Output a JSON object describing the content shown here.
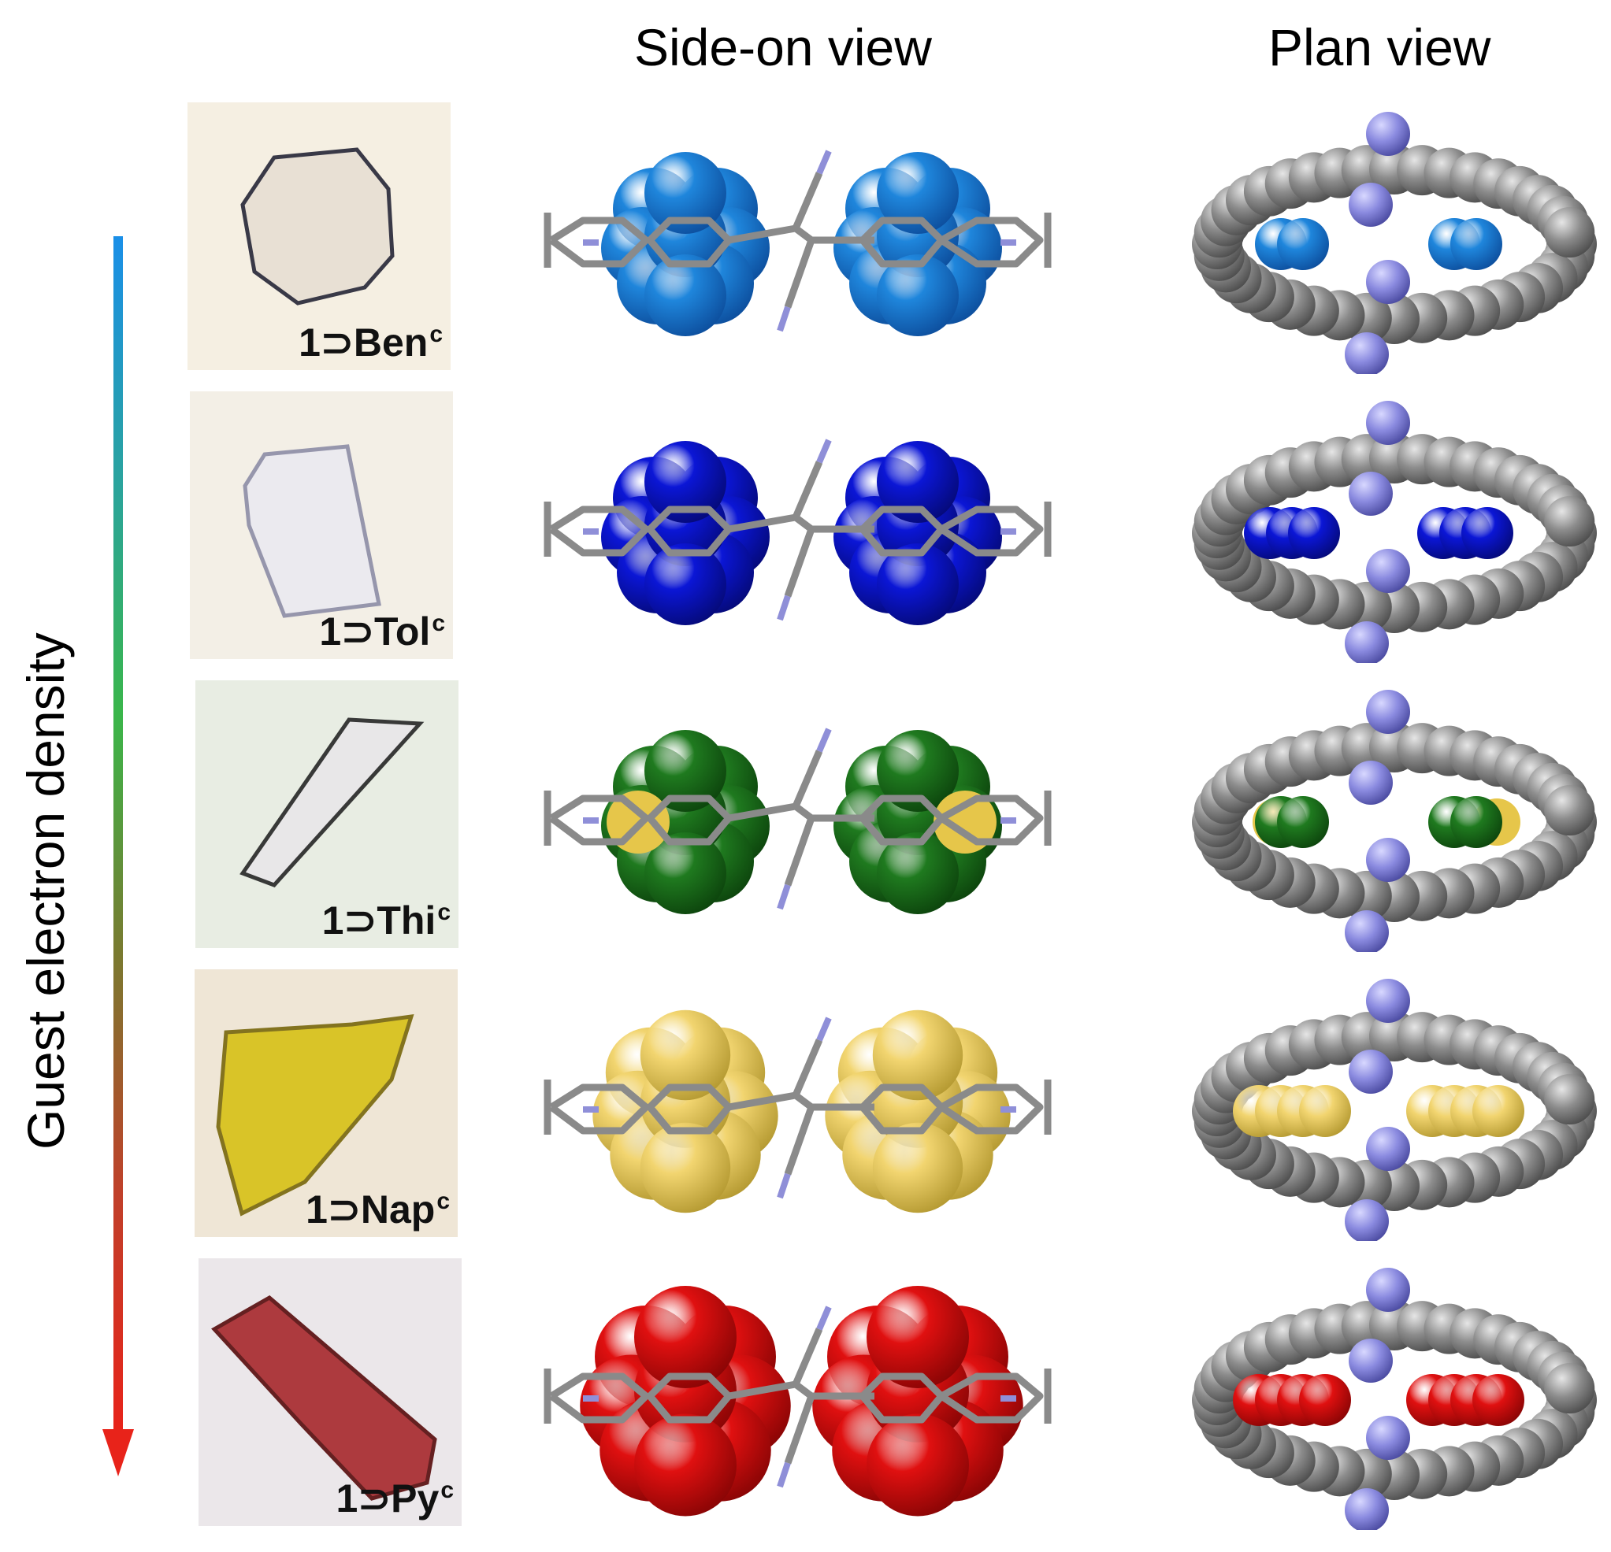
{
  "headings": {
    "side": "Side-on view",
    "plan": "Plan view"
  },
  "axis": {
    "label": "Guest electron density",
    "gradient": [
      "#1a8fe8",
      "#2aa3a0",
      "#3ab64a",
      "#7a7a30",
      "#c0402a",
      "#e8231a"
    ]
  },
  "rows": [
    {
      "label_main": "1⊃Ben",
      "label_sup": "c",
      "guest_color": "#1f86dc",
      "guest_shade": "#0d4f9e",
      "crystal_fill": "#e7dfd3",
      "bg": "#f5efe2",
      "crystal_shape": "hex"
    },
    {
      "label_main": "1⊃Tol",
      "label_sup": "c",
      "guest_color": "#0b16d6",
      "guest_shade": "#050a7a",
      "crystal_fill": "#ebeaf0",
      "bg": "#f3efe6",
      "crystal_shape": "plate"
    },
    {
      "label_main": "1⊃Thi",
      "label_sup": "c",
      "guest_color": "#1f7a1f",
      "guest_shade": "#0d450d",
      "accent_color": "#e6c64a",
      "crystal_fill": "#e9e7e9",
      "bg": "#e8ede3",
      "crystal_shape": "rod"
    },
    {
      "label_main": "1⊃Nap",
      "label_sup": "c",
      "guest_color": "#f2d570",
      "guest_shade": "#b59a32",
      "crystal_fill": "#d8c21a",
      "bg": "#efe6d6",
      "crystal_shape": "shard"
    },
    {
      "label_main": "1⊃Py",
      "label_sup": "c",
      "guest_color": "#e01010",
      "guest_shade": "#8a0505",
      "crystal_fill": "#a82c30",
      "bg": "#ebe7ea",
      "crystal_shape": "wedge"
    }
  ]
}
